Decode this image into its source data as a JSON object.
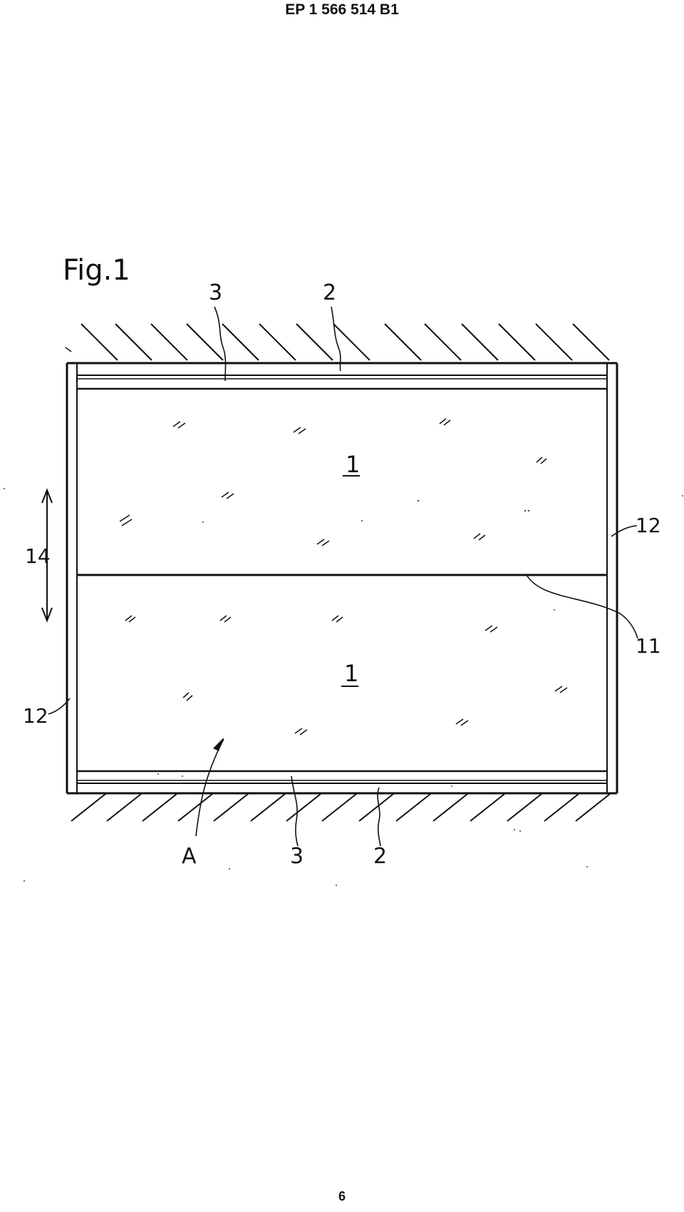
{
  "header": {
    "publication_number": "EP 1 566 514 B1"
  },
  "footer": {
    "page_number": "6"
  },
  "figure": {
    "title": "Fig.1",
    "labels": {
      "top_bar_3": "3",
      "top_bar_2": "2",
      "panel_upper": "1",
      "panel_lower": "1",
      "side_right": "12",
      "side_left": "12",
      "arrow_14": "14",
      "joint_11": "11",
      "arrow_A": "A",
      "bottom_bar_3": "3",
      "bottom_bar_2": "2"
    }
  }
}
